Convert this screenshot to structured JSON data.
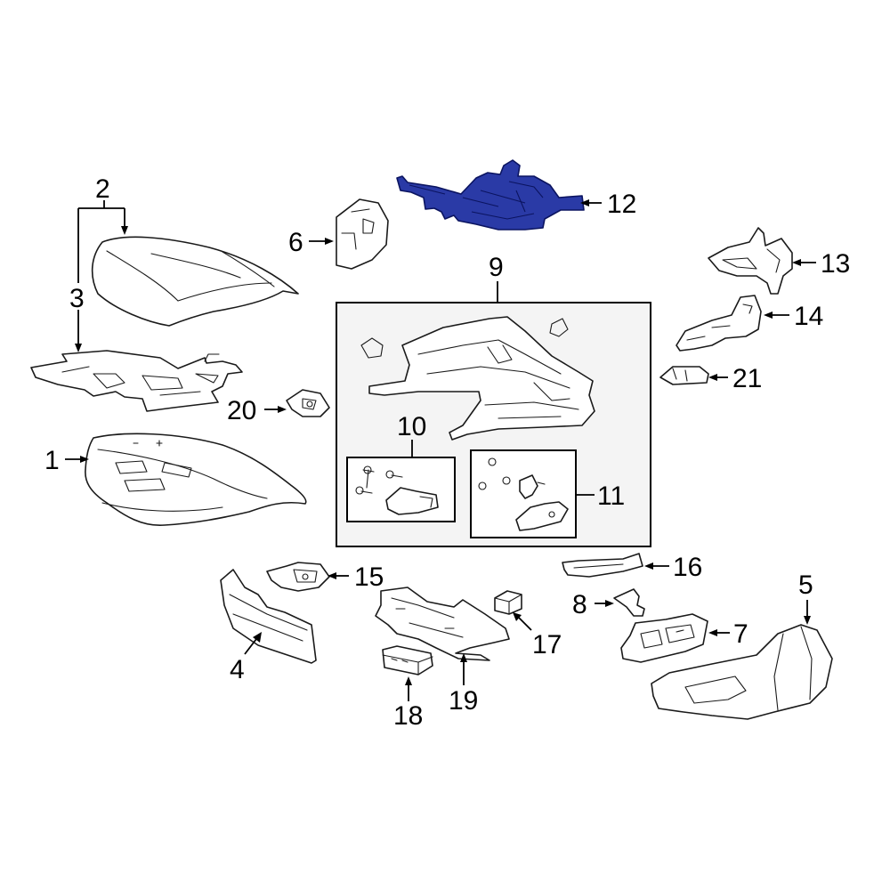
{
  "callouts": [
    {
      "id": "1",
      "text": "1"
    },
    {
      "id": "2",
      "text": "2"
    },
    {
      "id": "3",
      "text": "3"
    },
    {
      "id": "4",
      "text": "4"
    },
    {
      "id": "5",
      "text": "5"
    },
    {
      "id": "6",
      "text": "6"
    },
    {
      "id": "7",
      "text": "7"
    },
    {
      "id": "8",
      "text": "8"
    },
    {
      "id": "9",
      "text": "9"
    },
    {
      "id": "10",
      "text": "10"
    },
    {
      "id": "11",
      "text": "11"
    },
    {
      "id": "12",
      "text": "12"
    },
    {
      "id": "13",
      "text": "13"
    },
    {
      "id": "14",
      "text": "14"
    },
    {
      "id": "15",
      "text": "15"
    },
    {
      "id": "16",
      "text": "16"
    },
    {
      "id": "17",
      "text": "17"
    },
    {
      "id": "18",
      "text": "18"
    },
    {
      "id": "19",
      "text": "19"
    },
    {
      "id": "20",
      "text": "20"
    },
    {
      "id": "21",
      "text": "21"
    }
  ],
  "highlighted_part": "12",
  "colors": {
    "highlight_fill": "#2a3aa6",
    "line": "#1a1a1a",
    "assembly_box_fill": "#f4f4f4"
  }
}
